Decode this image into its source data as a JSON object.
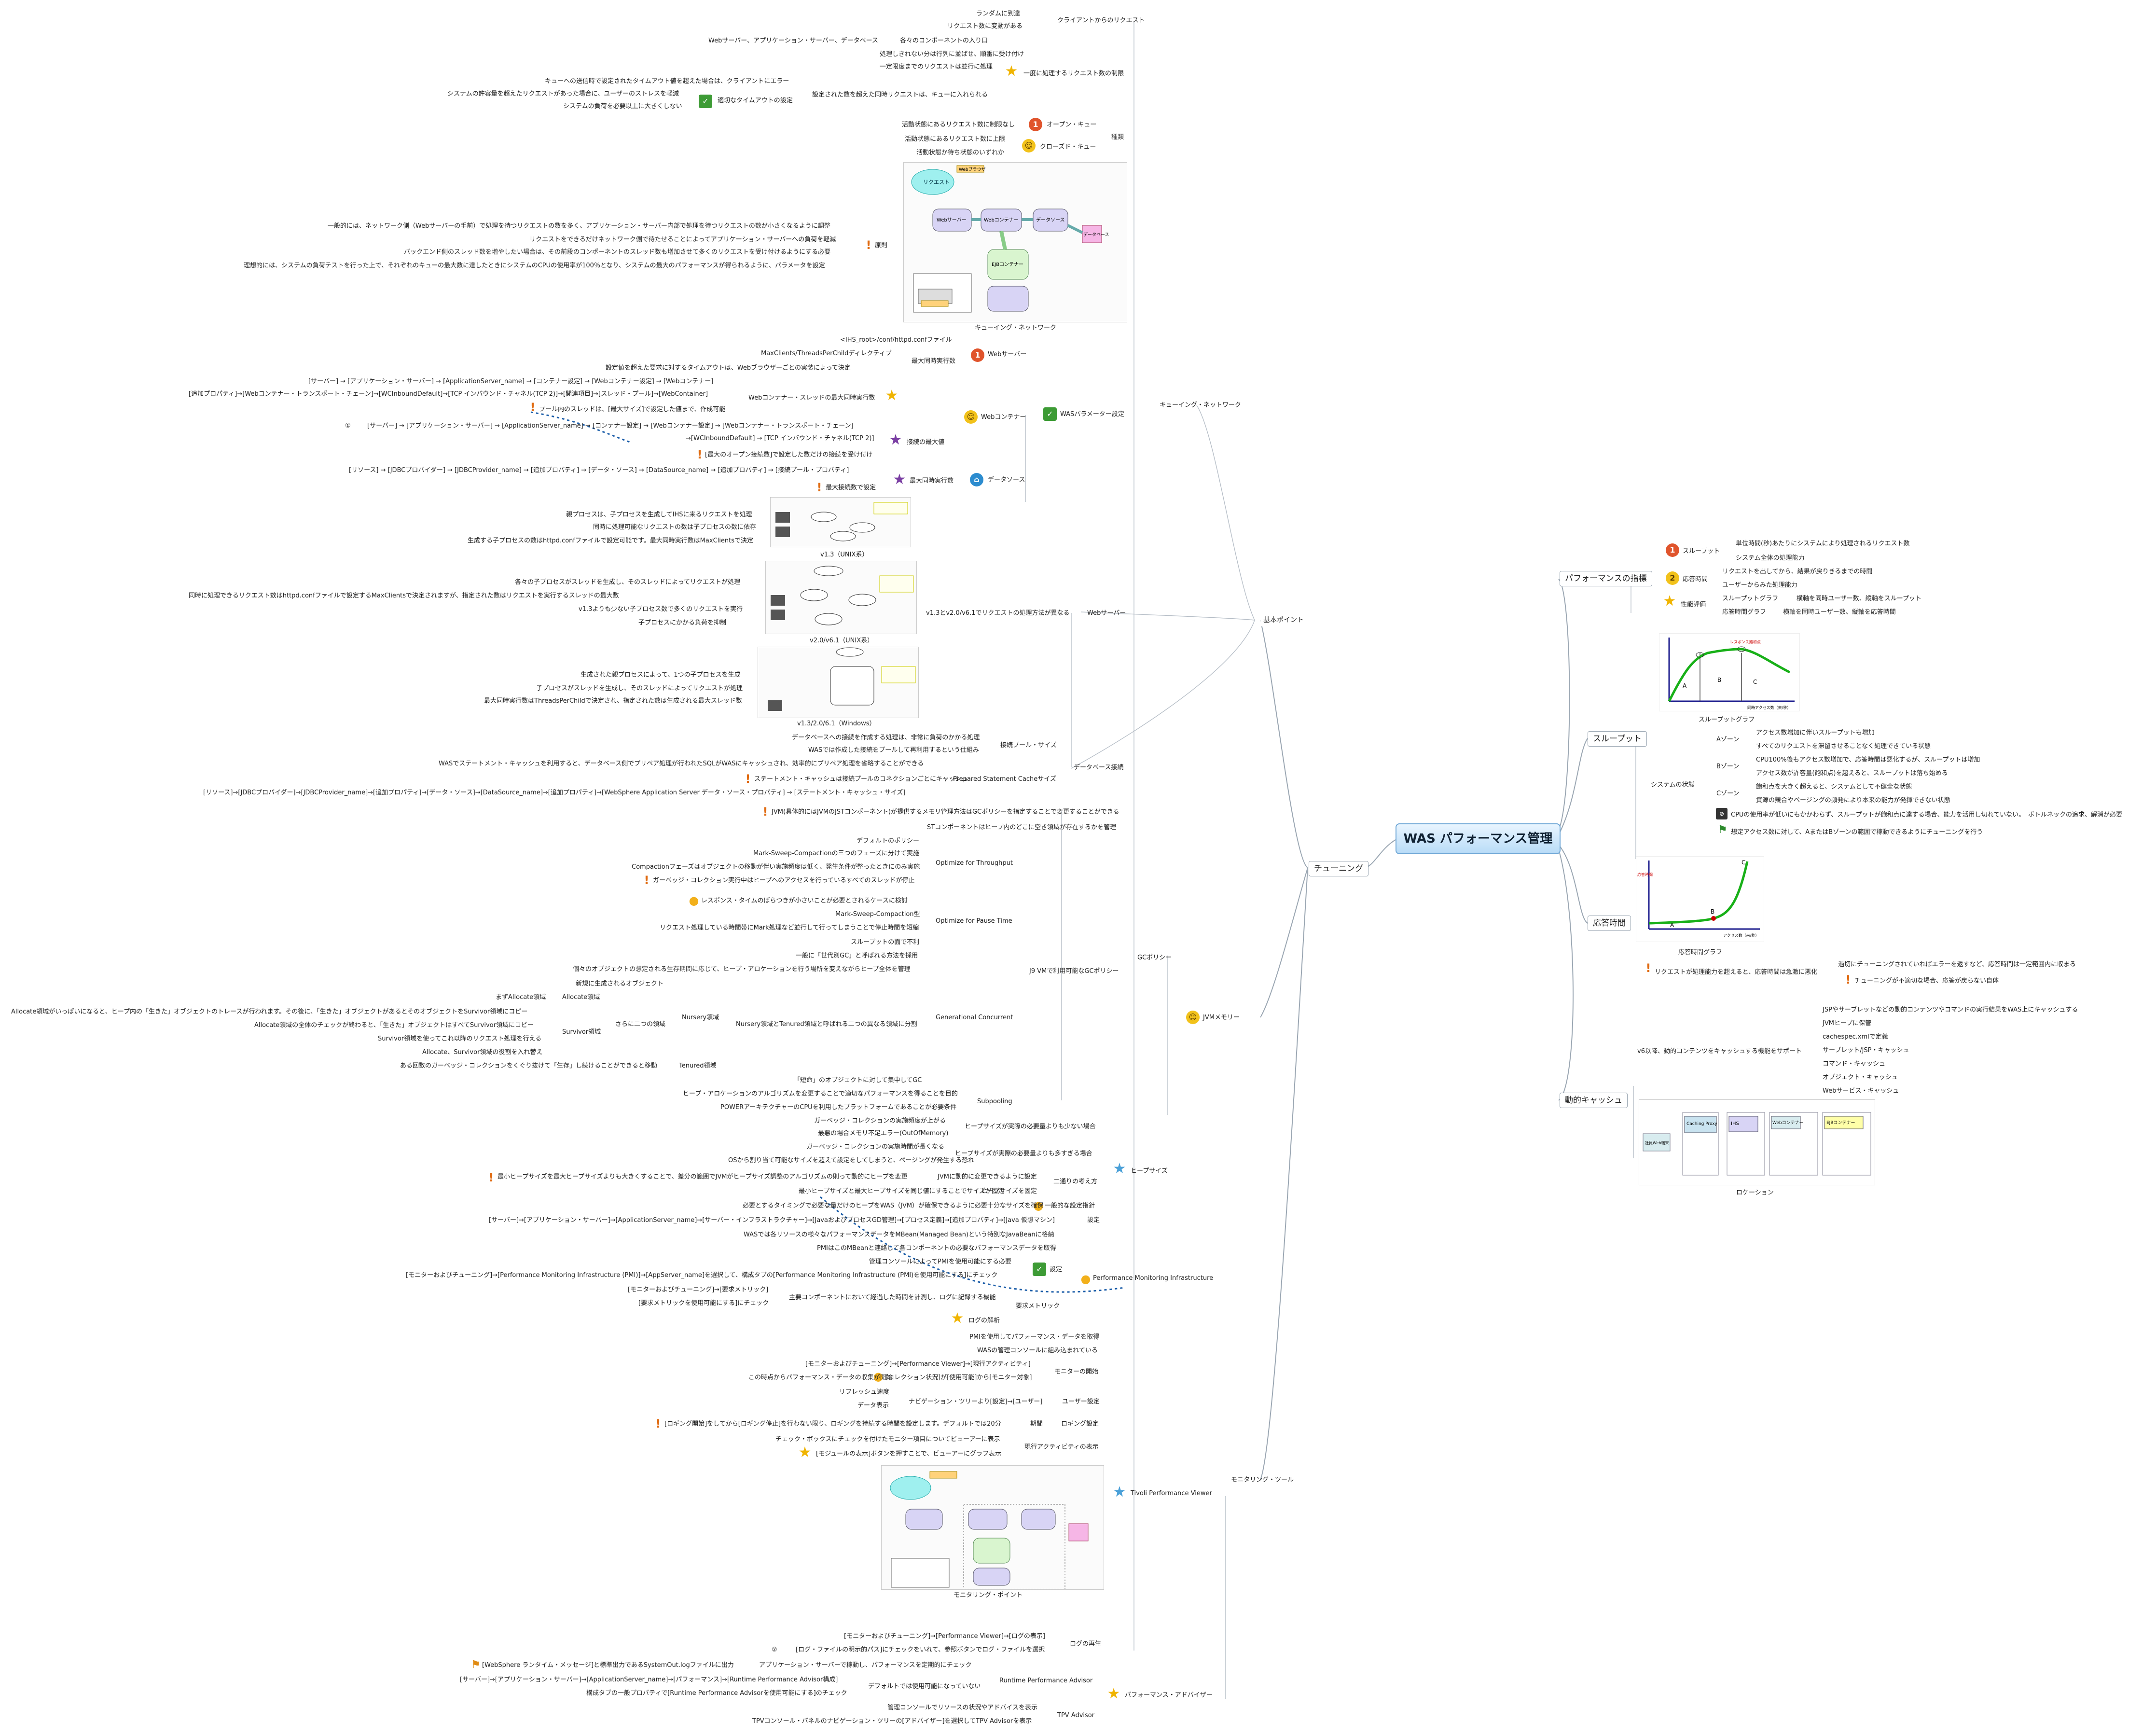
{
  "central": "WAS パフォーマンス管理",
  "topics": {
    "tuning": "チューニング",
    "basic": "基本ポイント",
    "queuing_network": "キューイング・ネットワーク",
    "perf_index": "パフォーマンスの指標",
    "throughput": "スループット",
    "response": "応答時間",
    "dyncache": "動的キャッシュ",
    "jvm": "JVMメモリー",
    "monitor": "モニタリング・ツール"
  },
  "left": {
    "client_req": "クライアントからのリクエスト",
    "random": "ランダムに到達",
    "req_count_var": "リクエスト数に変動がある",
    "components": "Webサーバー、アプリケーション・サーバー、データベース",
    "each_entry": "各々のコンポーネントの入り口",
    "overflow_wait": "処理しきれない分は行列に並ばせ、順番に受け付け",
    "fixed_limit": "一定限度までのリクエストは並行に処理",
    "concurrency_limit": "一度に処理するリクエスト数の制限",
    "queue_timeout": "キューへの送信時で設定されたタイムアウト値を超えた場合は、クライアントにエラー",
    "stress": "システムの許容量を超えたリクエストがあった場合に、ユーザーのストレスを軽減",
    "load_large": "システムの負荷を必要以上に大きくしない",
    "timeout_ok": "適切なタイムアウトの設定",
    "over_queue": "設定された数を超えた同時リクエストは、キューに入れられる",
    "kinds": "種類",
    "open_q": "オープン・キュー",
    "open_q_d": "活動状態にあるリクエスト数に制限なし",
    "closed_q": "クローズド・キュー",
    "closed_q_d1": "活動状態にあるリクエスト数に上限",
    "closed_q_d2": "活動状態か待ち状態のいずれか",
    "principle": "原則",
    "p1": "一般的には、ネットワーク側（Webサーバーの手前）で処理を待つリクエストの数を多く、アプリケーション・サーバー内部で処理を待つリクエストの数が小さくなるように調整",
    "p2": "リクエストをできるだけネットワーク側で待たせることによってアプリケーション・サーバーへの負荷を軽減",
    "p3": "バックエンド側のスレッド数を増やしたい場合は、その前段のコンポーネントのスレッド数も増加させて多くのリクエストを受け付けるようにする必要",
    "p4": "理想的には、システムの負荷テストを行った上で、それぞれのキューの最大数に達したときにシステムのCPUの使用率が100％となり、システムの最大のパフォーマンスが得られるように、パラメータを設定",
    "qn_fig": "キューイング・ネットワーク",
    "was_param": "WASパラメーター設定",
    "websrv": "Webサーバー",
    "ihs_conf": "<IHS_root>/conf/httpd.confファイル",
    "maxclients": "MaxClients/ThreadsPerChildディレクティブ",
    "max_conc": "最大同時実行数",
    "browser_to": "設定値を超えた要求に対するタイムアウトは、Webブラウザーごとの実装によって決定",
    "webcontainer": "Webコンテナー",
    "wc_path1": "[サーバー] → [アプリケーション・サーバー] → [ApplicationServer_name] → [コンテナー設定] → [Webコンテナー設定] → [Webコンテナー]",
    "wc_path2": "[追加プロパティ]→[Webコンテナー・トランスポート・チェーン]→[WCInboundDefault]→[TCP インバウンド・チャネル(TCP 2)]→[関連項目]→[スレッド・プール]→[WebContainer]",
    "wc_thread": "Webコンテナー・スレッドの最大同時実行数",
    "pool_size": "プール内のスレッドは、[最大サイズ]で設定した値まで、作成可能",
    "circled1": "①",
    "conn_path1": "[サーバー] → [アプリケーション・サーバー] → [ApplicationServer_name] → [コンテナー設定] → [Webコンテナー設定] → [Webコンテナー・トランスポート・チェーン]",
    "conn_path2": "→[WCInboundDefault] → [TCP インバウンド・チャネル(TCP 2)]",
    "max_conn": "接続の最大値",
    "max_open": "[最大のオープン接続数]で設定した数だけの接続を受け付け",
    "datasource": "データソース",
    "ds_path": "[リソース] → [JDBCプロバイダー] → [JDBCProvider_name] → [追加プロパティ] → [データ・ソース] → [DataSource_name] → [追加プロパティ] → [接続プール・プロパティ]",
    "ds_conc": "最大同時実行数",
    "ds_max": "最大接続数で設定",
    "webserver2": "Webサーバー",
    "diff": "v1.3とv2.0/v6.1でリクエストの処理方法が異なる",
    "unix13_1": "親プロセスは、子プロセスを生成してIHSに来るリクエストを処理",
    "unix13_2": "同時に処理可能なリクエストの数は子プロセスの数に依存",
    "unix13_3": "生成する子プロセスの数はhttpd.confファイルで設定可能です。最大同時実行数はMaxClientsで決定",
    "cap_unix13": "v1.3（UNIX系）",
    "unix20_1": "各々の子プロセスがスレッドを生成し、そのスレッドによってリクエストが処理",
    "unix20_2": "同時に処理できるリクエスト数はhttpd.confファイルで設定するMaxClientsで決定されますが、指定された数はリクエストを実行するスレッドの最大数",
    "unix20_3": "v1.3よりも少ない子プロセス数で多くのリクエストを実行",
    "unix20_4": "子プロセスにかかる負荷を抑制",
    "cap_unix20": "v2.0/v6.1（UNIX系）",
    "win_1": "生成された親プロセスによって、1つの子プロセスを生成",
    "win_2": "子プロセスがスレッドを生成し、そのスレッドによってリクエストが処理",
    "win_3": "最大同時実行数はThreadsPerChildで決定され、指定された数は生成される最大スレッド数",
    "cap_win": "v1.3/2.0/6.1（Windows）",
    "db_conn": "データベース接続",
    "cp_size": "接続プール・サイズ",
    "cp1": "データベースへの接続を作成する処理は、非常に負荷のかかる処理",
    "cp2": "WASでは作成した接続をプールして再利用するという仕組み",
    "psc": "Prepared Statement Cacheサイズ",
    "psc1": "WASでステートメント・キャッシュを利用すると、データベース側でプリペア処理が行われたSQLがWASにキャッシュされ、効率的にプリペア処理を省略することができる",
    "psc2": "ステートメント・キャッシュは接続プールのコネクションごとにキャッシュ",
    "psc3": "[リソース]→[JDBCプロバイダー]→[JDBCProvider_name]→[追加プロパティ]→[データ・ソース]→[DataSource_name]→[追加プロパティ]→[WebSphere Application Server データ・ソース・プロパティ] → [ステートメント・キャッシュ・サイズ]",
    "jvm_gc": "JVM(具体的にはJVMのJSTコンポーネント)が提供するメモリ管理方法はGCポリシーを指定することで変更することができる",
    "st_heap": "STコンポーネントはヒープ内のどこに空き領域が存在するかを管理",
    "gc_policy": "GCポリシー",
    "j9": "J9 VMで利用可能なGCポリシー",
    "opt_tp": "Optimize for Throughput",
    "default_pol": "デフォルトのポリシー",
    "msc": "Mark-Sweep-Compactionの三つのフェーズに分けて実施",
    "compaction": "Compactionフェーズはオブジェクトの移動が伴い実施頻度は低く、発生条件が整ったときにのみ実施",
    "gc_stop": "ガーベッジ・コレクション実行中はヒープへのアクセスを行っているすべてのスレッドが停止",
    "opt_pause": "Optimize for Pause Time",
    "resp_time": "レスポンス・タイムのばらつきが小さいことが必要とされるケースに検討",
    "ms_type": "Mark-Sweep-Compaction型",
    "req_mark": "リクエスト処理している時間帯にMark処理など並行して行ってしまうことで停止時間を短縮",
    "tp_drop": "スループットの面で不利",
    "gen_conc": "Generational Concurrent",
    "gen_gc": "一般に「世代別GC」と呼ばれる方法を採用",
    "survive": "個々のオブジェクトの想定される生存期間に応じて、ヒープ・アロケーションを行う場所を変えながらヒープ全体を管理",
    "nursery_split": "Nursery領域とTenured領域と呼ばれる二つの異なる領域に分割",
    "nursery": "Nursery領域",
    "new_obj": "新規に生成されるオブジェクト",
    "two_area": "さらに二つの領域",
    "allocate": "Allocate領域",
    "alloc_first": "まずAllocate領域",
    "alloc_full": "Allocate領域がいっぱいになると、ヒープ内の「生きた」オブジェクトのトレースが行われます。その後に、「生きた」オブジェクトがあるとそのオブジェクトをSurvivor領域にコピー",
    "survivor": "Survivor領域",
    "alloc_check": "Allocate領域の全体のチェックが終わると、「生きた」オブジェクトはすべてSurvivor領域にコピー",
    "surv_use": "Survivor領域を使ってこれ以降のリクエスト処理を行える",
    "swap": "Allocate、Survivor領域の役割を入れ替え",
    "tenured": "Tenured領域",
    "tenured_d": "ある回数のガーベッジ・コレクションをくぐり抜けて「生存」し続けることができると移動",
    "subpool": "Subpooling",
    "old_gc": "「短命」のオブジェクトに対して集中してGC",
    "heap_alg": "ヒープ・アロケーションのアルゴリズムを変更することで適切なパフォーマンスを得ることを目的",
    "power": "POWERアーキテクチャーのCPUを利用したプラットフォームであることが必要条件",
    "heap_size": "ヒープサイズ",
    "gc_low": "ガーベッジ・コレクションの実施頻度が上がる",
    "oom": "最悪の場合メモリ不足エラー(OutOfMemory)",
    "heap_small": "ヒープサイズが実際の必要量よりも少ない場合",
    "gc_long": "ガーベッジ・コレクションの実施時間が長くなる",
    "os_reg": "OSから割り当て可能なサイズを超えて設定をしてしまうと、ページングが発生する恐れ",
    "heap_large": "ヒープサイズが実際の必要量よりも多すぎる場合",
    "two_ways": "二通りの考え方",
    "max_heap": "最小ヒープサイズを最大ヒープサイズよりも大きくすることで、差分の範囲でJVMがヒープサイズ調整のアルゴリズムの則って動的にヒープを変更",
    "jvm_dyn": "JVMに動的に変更できるように設定",
    "same_size": "最小ヒープサイズと最大ヒープサイズを同じ値にすることでサイズが固定",
    "heap_fix": "ヒープサイズを固定",
    "gen_guide": "一般的な設定指針",
    "need_size": "必要とするタイミングで必要な量だけのヒープをWAS（JVM）が確保できるように必要十分なサイズを確保",
    "setting": "設定",
    "setting_path": "[サーバー]→[アプリケーション・サーバー]→[ApplicationServer_name]→[サーバー・インフラストラクチャー]→[JavaおよびプロセスGD管理]→[プロセス定義]→[追加プロパティ]→[Java 仮想マシン]",
    "pmi": "Performance Monitoring Infrastructure",
    "pmi1": "WASでは各リソースの様々なパフォーマンスデータをMBean(Managed Bean)という特別なJavaBeanに格納",
    "pmi2": "PMIはこのMBeanと連絡して各コンポーネントの必要なパフォーマンスデータを取得",
    "pmi_set": "設定",
    "pmi3": "管理コンソールによってPMIを使用可能にする必要",
    "pmi4": "[モニターおよびチューニング]→[Performance Monitoring Infrastructure (PMI)]→[AppServer_name]を選択して、構成タブの[Performance Monitoring Infrastructure (PMI)を使用可能にする]にチェック",
    "req_metric": "要求メトリック",
    "rm1": "[モニターおよびチューニング]→[要求メトリック]",
    "rm2": "[要求メトリックを使用可能にする]にチェック",
    "rm3": "主要コンポーネントにおいて経過した時間を計測し、ログに記録する機能",
    "log_anal": "ログの解析",
    "tpv": "Tivoli Performance Viewer",
    "tpv1": "PMIを使用してパフォーマンス・データを取得",
    "tpv2": "WASの管理コンソールに組み込まれている",
    "mon_start": "モニターの開始",
    "ms1": "[モニターおよびチューニング]→[Performance Viewer]→[現行アクティビティ]",
    "ms2": "[コレクション状況]が[使用可能]から[モニター対象]",
    "ms3": "この時点からパフォーマンス・データの収集が開始",
    "user_set": "ユーザー設定",
    "us1": "リフレッシュ速度",
    "us2": "データ表示",
    "us3": "ナビゲーション・ツリーより[設定]→[ユーザー]",
    "log_set": "ロギング設定",
    "ls1": "期間",
    "ls2": "[ロギング開始]をしてから[ロギング停止]を行わない限り、ロギングを持続する時間を設定します。デフォルトでは20分",
    "cur_act": "現行アクティビティの表示",
    "ca1": "チェック・ボックスにチェックを付けたモニター項目についてビューアーに表示",
    "ca2": "[モジュールの表示]ボタンを押すことで、ビューアーにグラフ表示",
    "mon_point": "モニタリング・ポイント",
    "log_replay": "ログの再生",
    "lr1": "[モニターおよびチューニング]→[Performance Viewer]→[ログの表示]",
    "lr2": "[ログ・ファイルの明示的パス]にチェックをいれて、参照ボタンでログ・ファイルを選択",
    "circled2": "②",
    "perf_adv": "パフォーマンス・アドバイザー",
    "rpa": "Runtime Performance Advisor",
    "rpa1": "アプリケーション・サーバーで稼動し、パフォーマンスを定期的にチェック",
    "rpa2": "[WebSphere ランタイム・メッセージ]と標準出力であるSystemOut.logファイルに出力",
    "rpa3": "デフォルトでは使用可能になっていない",
    "rpa4": "[サーバー]→[アプリケーション・サーバー]→[ApplicationServer_name]→[パフォーマンス]→[Runtime Performance Advisor構成]",
    "rpa5": "構成タブの一般プロパティで[Runtime Performance Advisorを使用可能にする]のチェック",
    "tpva": "TPV Advisor",
    "tpva1": "管理コンソールでリソースの状況やアドバイスを表示",
    "tpva2": "TPVコンソール・パネルのナビゲーション・ツリーの[アドバイザー]を選択してTPV Advisorを表示"
  },
  "right": {
    "tp": "スループット",
    "tp1": "単位時間(秒)あたりにシステムにより処理されるリクエスト数",
    "tp2": "システム全体の処理能力",
    "rt": "応答時間",
    "rt1": "リクエストを出してから、結果が戻りきるまでの時間",
    "rt2": "ユーザーからみた処理能力",
    "ev": "性能評価",
    "ev1": "スループットグラフ",
    "ev1d": "横軸を同時ユーザー数、縦軸をスループット",
    "ev2": "応答時間グラフ",
    "ev2d": "横軸を同時ユーザー数、縦軸を応答時間",
    "tp_graph": "スループットグラフ",
    "sys_state": "システムの状態",
    "zone_a": "Aゾーン",
    "za1": "アクセス数増加に伴いスループットも増加",
    "za2": "すべてのリクエストを滞留させることなく処理できている状態",
    "zone_b": "Bゾーン",
    "zb1": "CPU100%後もアクセス数増加で、応答時間は悪化するが、スループットは増加",
    "zb2": "アクセス数が許容量(飽和点)を超えると、スループットは落ち始める",
    "zone_c": "Cゾーン",
    "zc1": "飽和点を大きく超えると、システムとして不健全な状態",
    "zc2": "資源の競合やページングの頻発により本来の能力が発揮できない状態",
    "bottleneck1": "CPUの使用率が低いにもかかわらず、スループットが飽和点に達する場合、能力を活用し切れていない。",
    "bottleneck2": "ボトルネックの追求、解消が必要",
    "tune_goal": "想定アクセス数に対して、AまたはBゾーンの範囲で稼動できるようにチューニングを行う",
    "rt_graph": "応答時間グラフ",
    "rt_note": "リクエストが処理能力を超えると、応答時間は急激に悪化",
    "rt_err": "過切にチューニングされていればエラーを返すなど、応答時間は一定範囲内に収まる",
    "rt_ng": "チューニングが不適切な場合、応答が戻らない自体",
    "dc_label": "v6以降、動的コンテンツをキャッシュする機能をサポート",
    "dc1": "JSPやサーブレットなどの動的コンテンツやコマンドの実行結果をWAS上にキャッシュする",
    "dc2": "JVMヒープに保管",
    "dc3": "cachespec.xmlで定義",
    "dc4": "サーブレット/JSP・キャッシュ",
    "dc5": "コマンド・キャッシュ",
    "dc6": "オブジェクト・キャッシュ",
    "dc7": "Webサービス・キャッシュ",
    "location": "ロケーション"
  },
  "figure_labels": {
    "qn_request": "リクエスト",
    "qn_web": "Webサーバー",
    "qn_wc": "Webコンテナー",
    "qn_ejb": "EJBコンテナー",
    "qn_ds": "データソース",
    "qn_db": "データベース",
    "tg_a": "A",
    "tg_b": "B",
    "tg_c": "C",
    "tg_x": "同時アクセス数（来/秒）",
    "tg_sat": "レスポンス飽和点",
    "rg_a": "A",
    "rg_b": "B",
    "rg_c": "C",
    "rg_x": "アクセス数（来/秒）",
    "rg_y": "応答時間",
    "loc_user": "社員Web端末",
    "loc_proxy": "Caching Proxy",
    "loc_ihs": "IHS",
    "loc_was": "Webコンテナー",
    "loc_ejb": "EJBコンテナー",
    "mp_label": "Webブラウザ"
  }
}
